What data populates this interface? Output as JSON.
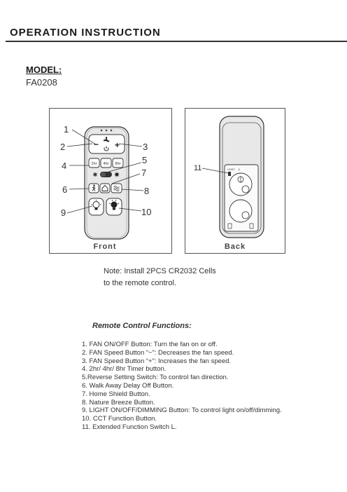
{
  "title": "OPERATION INSTRUCTION",
  "model": {
    "label": "MODEL:",
    "value": "FA0208"
  },
  "figure": {
    "front_caption": "Front",
    "back_caption": "Back",
    "callouts": [
      "1",
      "2",
      "3",
      "4",
      "5",
      "6",
      "7",
      "8",
      "9",
      "10",
      "11"
    ],
    "timer_labels": [
      "2hr",
      "4hr",
      "8hr"
    ],
    "fan_minus": "−",
    "fan_plus": "+",
    "light_switch_label": "LIGHT",
    "back_switch_label": "L"
  },
  "note": {
    "line1": "Note: Install 2PCS CR2032 Cells",
    "line2": "to the remote control."
  },
  "functions": {
    "heading": "Remote Control Functions:",
    "items": [
      "1. FAN ON/OFF Button: Turn the fan on or off.",
      "2. FAN Speed Button “−”: Decreases the fan speed.",
      "3. FAN Speed Button “+”: Increases the fan speed.",
      "4. 2hr/ 4hr/ 8hr Timer button.",
      "5.Reverse Setting Switch:  To control fan direction.",
      "6. Walk Away Delay Off Button.",
      "7. Home Shield Button.",
      "8. Nature Breeze Button.",
      "9. LIGHT ON/OFF/DIMMING Button: To control light on/off/dimming.",
      "10. CCT Function Button.",
      "11. Extended Function Switch L."
    ]
  }
}
